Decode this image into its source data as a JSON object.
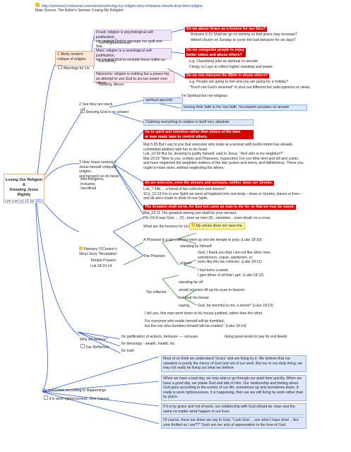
{
  "header": {
    "url": "http://sermons2.redeemer.com/sermons/losing-my-religion-why-christians-should-drop-their-religion",
    "source": "Main Source: Tim Keller's Sermon 'Losing My Religion'"
  },
  "central": {
    "line1": "Losing Our Religion &",
    "line2": "Knowing Jesus Rightly",
    "line3": "Lim Lua! (c) 13 Jul 2013"
  },
  "study": {
    "title1": "1 Study modern",
    "title2": "critique of religion",
    "warnings": "Warnings for Us",
    "freud1": "Freud: religion is psychological self-justification,",
    "freud2": "we created God to assuage our guilt and fear.",
    "freud_tag": "Self-Righteousness",
    "marx1": "Marx: religion is a sociological self-justification,",
    "marx2": "we created God to exclude those unlike us.",
    "marx_tag": "Exclusivity",
    "nietzsche1": "Nietzsche: religion is nothing but a power trip,",
    "nietzsche2": "an attempt to use God to accrue power over others.",
    "nietzsche_tag": "Bullying, Abuse",
    "q1": "Do we abuse Grace as a licence for our Sins?",
    "q1a": "Romans 6:15 Shall we go on sinning so that grace may increase?",
    "q1b": "Attend church on Sunday to cover the bad behavior for six  days?",
    "q2a": "Do we categorize people to enjoy",
    "q2b": "better status and abuse others?",
    "q2c": "e.g. Classifying jobs as spiritual vs secular",
    "q2d": "Clergy vs Lays to reflect higher standing and power.",
    "q3": "Do we mis-interpret the Bible to abuse others?",
    "q3a": "e.g. People are going to hell and you are going for a holiday?",
    "q3b": "\"Touch not God's anointed\" to shut out different but valid opinions or views."
  },
  "stuck": {
    "title": "2 See they are stuck",
    "sub": "Denying God is no answer",
    "sa": "spiritual agnostic",
    "sa1": "I'm Spiritual but not religious",
    "sa2": "loosing their faith in the non-faith. Secularism provides no answer",
    "claim": "Claiming everything is relative is itself very absolute"
  },
  "jesus": {
    "title1": "3 How Jesus undunk it.",
    "title2": "Jesus himself critiqued religion",
    "title3": "and turned it on its head.",
    "tags1": "Anti-Religions,",
    "tags2": "Inclusive,",
    "tags3": "Sacrificial",
    "h1a": "Go to spirit and intention rather than letters of the laws",
    "h1b": "or man made laws to control others.",
    "p1": [
      "Mat 5:28  But I say to you that everyone who looks at a woman with lustful intent has already",
      "committed adultery with her in his heart.",
      "Luk_10:29  But he, desiring to justify himself, said to Jesus, \"And who is my neighbor?\"",
      "Mat 23:23  \"Woe to you, scribes and Pharisees, hypocrites! For you tithe mint and dill and cumin,",
      "and have neglected the weightier matters of the law: justice and mercy and faithfulness. These you",
      "ought to have done, without neglecting the others."
    ],
    "h2": "All are welcome, even the sinners and outcasts, neither Jews nor Greeks.",
    "p2": [
      "Luk_7:34b  ... a friend of tax collectors and sinners!'",
      "1Co_12:13  For in one Spirit we were all baptized into one body—Jews or Greeks, slaves or free—",
      "and all were made to drink of one Spirit."
    ],
    "h3": "The Greatest shall serve. As God but came as man to die for us that we may be saved.",
    "p3": [
      "Mat_23:11  The greatest among you shall be your servant.",
      "Phi 2:6-8 was God, ... (7)...born as men (8)...obedient... even death on a cross."
    ],
    "lessons": "What are the lessons for us?",
    "refuse": "My refuse does not save me."
  },
  "flannery": {
    "title1": "Flannery O'Connor's",
    "title2": "Short Story 'Revelation'",
    "temple": "Temple Prayers",
    "luke": "Luk 18:10-14",
    "parable": "A Pharisee & a tax collector went up into the temple to pray. (Luke 18:10)",
    "pharisee": "The Pharisee",
    "standing": "standing by himself",
    "prayed": "prayed",
    "thank1": "God, I thank you that I am not like other men,",
    "thank2": "extortioners, unjust, adulterers, or",
    "thank3": "even like this tax collector. (Luke 18:11)",
    "fast1": "I fast twice a week;",
    "fast2": "I give tithes of all that I get.' (Luke 18:12)",
    "tax": "Tax collector",
    "standing_far": "standing far off",
    "eyes": "would not even lift up his eyes to heaven",
    "beat": "but beat his breast",
    "saying": "saying,",
    "merciful": "God, be merciful to me, a sinner!' (Luke 18:13)",
    "justified": "I tell you, this man went down to his house justified, rather than the other.",
    "exalt1": "For everyone who exalts himself will be humbled,",
    "exalt2": "but the one who humbles himself will be exalted.\" (Luke 18:14)"
  },
  "why": {
    "title": "Why we believe?",
    "sub": "Our Reflection",
    "just": "for justification of actions, behavior ---- excuses",
    "just_note": "doing good works to pay for evil deeds",
    "bless": "for blessings - wealth, health, etc",
    "truth": "for truth"
  },
  "updown": {
    "title": "Up and Down according to Happenings",
    "quote": "It is work righteousness- Don Carson",
    "para1": "Most of us think we understand 'Grace' and are living by it. We believe that our salvation is purely the mercy of God and not of our work. But our in our daily living, we may not really be living out what we believe.",
    "para2": "When we have a bad day, we may skip or go through our quiet time quickly. When we have a good day, we praise God and talk of Him. Our relationship and feeling about God goes according to the events of our life, sometimes up and sometimes down. It really is work righteousness, It is happening, then we are still living by work rather than by grace.",
    "para3": "If it is by grace and not of work, our relationship with God should be close and the same no matter what happen in our lives.",
    "para4": "Of course, there are times we say to God, \"Look God ... see what I have done .. Are your thrilled as I am??\"  Such are our acts of appreciation to the love of God."
  },
  "colors": {
    "red": "#d40000",
    "blue_line": "#2a5bd7",
    "green_line": "#3a8a3a",
    "lavender": "#eee3f7",
    "pink": "#fde6f1",
    "peach": "#fce8d8"
  }
}
